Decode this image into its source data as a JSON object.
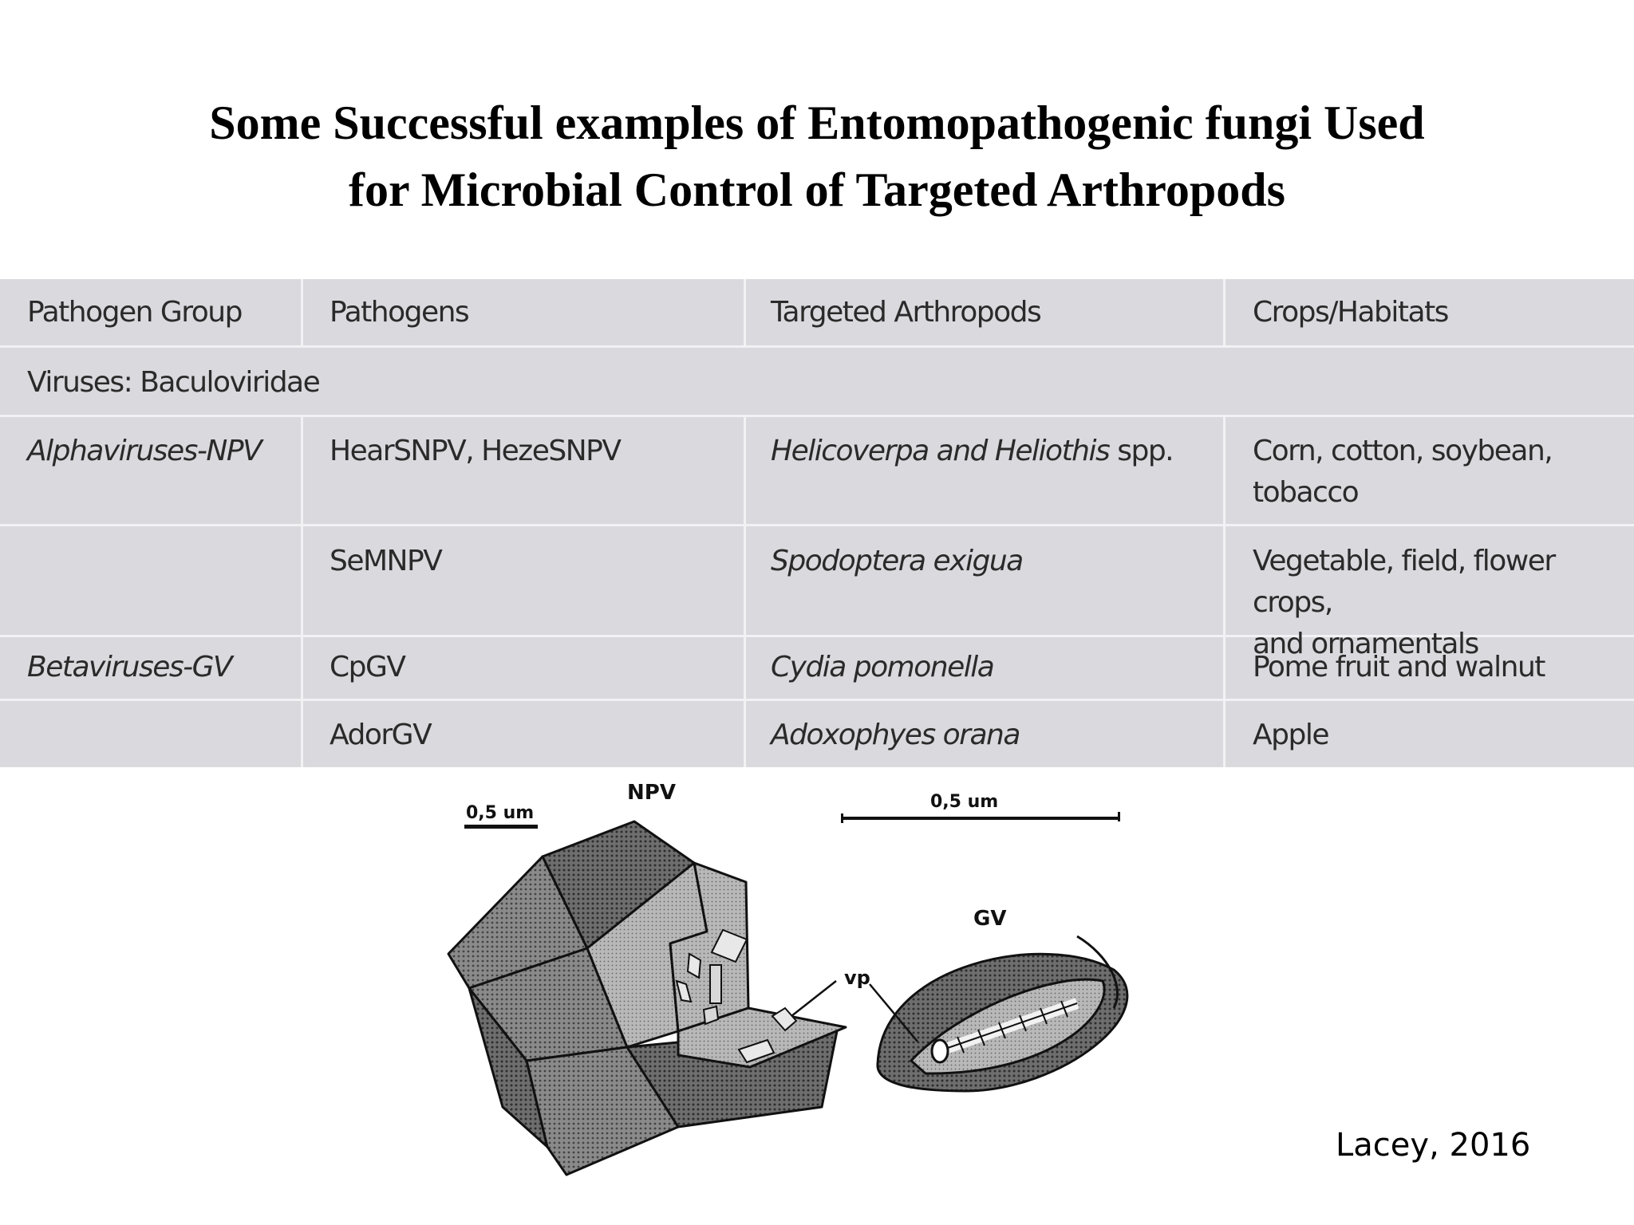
{
  "title": {
    "line1": "Some Successful examples of Entomopathogenic fungi Used",
    "line2": "for Microbial Control of Targeted Arthropods"
  },
  "table": {
    "headers": [
      "Pathogen Group",
      "Pathogens",
      "Targeted Arthropods",
      "Crops/Habitats"
    ],
    "group_row": "Viruses: Baculoviridae",
    "rows": [
      {
        "group": "Alphaviruses-NPV",
        "pathogens": "HearSNPV, HezeSNPV",
        "arthropods": "Helicoverpa and Heliothis",
        "arthropods_suffix": " spp.",
        "crops_line1": "Corn, cotton, soybean,",
        "crops_line2": "tobacco"
      },
      {
        "group": "",
        "pathogens": "SeMNPV",
        "arthropods": "Spodoptera exigua",
        "arthropods_suffix": "",
        "crops_line1": "Vegetable, field, flower crops,",
        "crops_line2": "and ornamentals"
      },
      {
        "group": "Betaviruses-GV",
        "pathogens": "CpGV",
        "arthropods": "Cydia pomonella",
        "arthropods_suffix": "",
        "crops_line1": "Pome fruit and walnut",
        "crops_line2": ""
      },
      {
        "group": "",
        "pathogens": "AdorGV",
        "arthropods": "Adoxophyes orana",
        "arthropods_suffix": "",
        "crops_line1": "Apple",
        "crops_line2": ""
      }
    ]
  },
  "figure": {
    "npv_label": "NPV",
    "gv_label": "GV",
    "scale_left": "0,5 um",
    "scale_right": "0,5 um",
    "vp_label": "vp"
  },
  "credit": "Lacey, 2016"
}
